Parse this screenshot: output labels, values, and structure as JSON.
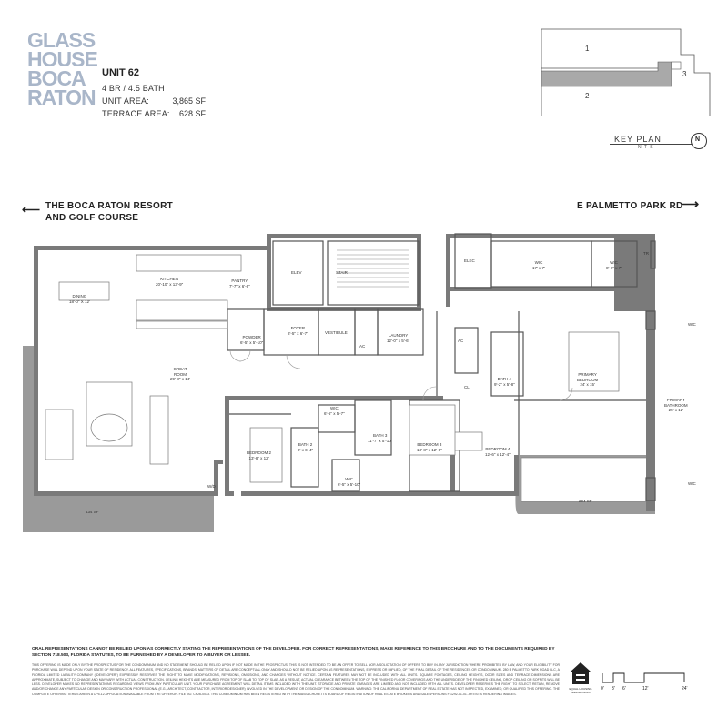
{
  "logo": {
    "lines": [
      "GLASS",
      "HOUSE",
      "BOCA",
      "RATON"
    ]
  },
  "unit": {
    "title": "UNIT 62",
    "beds_baths": "4 BR / 4.5 BATH",
    "unit_area_label": "UNIT AREA:",
    "unit_area_value": "3,865 SF",
    "terrace_area_label": "TERRACE AREA:",
    "terrace_area_value": "628 SF"
  },
  "key_plan": {
    "label": "KEY PLAN",
    "nts": "N T S",
    "compass": "N",
    "units": [
      "1",
      "2",
      "3"
    ]
  },
  "directions": {
    "left_line1": "THE BOCA RATON RESORT",
    "left_line2": "AND GOLF COURSE",
    "right": "E PALMETTO PARK RD"
  },
  "rooms": {
    "dining": {
      "name": "DINING",
      "dim": "18'-0\" X 12'"
    },
    "kitchen": {
      "name": "KITCHEN",
      "dim": "20'-10\" x 13'-9\""
    },
    "pantry": {
      "name": "PANTRY",
      "dim": "7'-7\" x 6'-6\""
    },
    "elev": {
      "name": "ELEV"
    },
    "stair": {
      "name": "STAIR"
    },
    "powder": {
      "name": "POWDER",
      "dim": "6'-5\" x 5'-10\""
    },
    "foyer": {
      "name": "FOYER",
      "dim": "8'-5\" x 6'-7\""
    },
    "vestibule": {
      "name": "VESTIBULE"
    },
    "ac1": {
      "name": "AC"
    },
    "laundry": {
      "name": "LAUNDRY",
      "dim": "12'-0\" x 5'-6\""
    },
    "great_room": {
      "name": "GREAT\nROOM",
      "dim": "29'-8\" x 14'"
    },
    "bedroom2": {
      "name": "BEDROOM 2",
      "dim": "13'-8\" x 12'"
    },
    "bath2": {
      "name": "BATH 2",
      "dim": "9' x 6'-4\""
    },
    "wic1": {
      "name": "WIC",
      "dim": "6'-5\" x 5'-7\""
    },
    "bath3": {
      "name": "BATH 3",
      "dim": "11'-7\" x 5'-10\""
    },
    "wic2": {
      "name": "WIC",
      "dim": "6'-5\" x 5'-10\""
    },
    "bedroom3": {
      "name": "BEDROOM 3",
      "dim": "13'-8\" x 12'-0\""
    },
    "bedroom4": {
      "name": "BEDROOM 4",
      "dim": "12'-6\" x 12'-4\""
    },
    "elec": {
      "name": "ELEC"
    },
    "wic3": {
      "name": "WIC",
      "dim": "17' x 7'"
    },
    "wic4": {
      "name": "WIC",
      "dim": "8'-6\" x 7'"
    },
    "tr": {
      "name": "TR"
    },
    "ac2": {
      "name": "AC"
    },
    "cl": {
      "name": "CL"
    },
    "bath4": {
      "name": "BATH 4",
      "dim": "9'-2\" x 5'-8\""
    },
    "primary_bedroom": {
      "name": "PRIMARY\nBEDROOM",
      "dim": "24' x 15'"
    },
    "primary_bathroom": {
      "name": "PRIMARY\nBATHROOM",
      "dim": "25' x 12'"
    },
    "wic5": {
      "name": "WIC"
    },
    "wic6": {
      "name": "WIC"
    },
    "wd": {
      "name": "W/D"
    },
    "terrace_left": {
      "name": "434 SF"
    },
    "terrace_right": {
      "name": "204 SF"
    }
  },
  "disclaimer": {
    "bold": "ORAL REPRESENTATIONS CANNOT BE RELIED UPON AS CORRECTLY STATING THE REPRESENTATIONS OF THE DEVELOPER. FOR CORRECT REPRESENTATIONS, MAKE REFERENCE TO THIS BROCHURE AND TO THE DOCUMENTS REQUIRED BY SECTION 718.503, FLORIDA STATUTES, TO BE FURNISHED BY A DEVELOPER TO A BUYER OR LESSEE.",
    "body": "THIS OFFERING IS MADE ONLY BY THE PROSPECTUS FOR THE CONDOMINIUM AND NO STATEMENT SHOULD BE RELIED UPON IF NOT MADE IN THE PROSPECTUS. THIS IS NOT INTENDED TO BE AN OFFER TO SELL NOR A SOLICITATION OF OFFERS TO BUY IN ANY JURISDICTION WHERE PROHIBITED BY LAW, AND YOUR ELIGIBILITY FOR PURCHASE WILL DEPEND UPON YOUR STATE OF RESIDENCY. ALL FEATURES, SPECIFICATIONS, BRANDS, MATTERS OF DETAIL ARE CONCEPTUAL ONLY AND SHOULD NOT BE RELIED UPON AS REPRESENTATIONS, EXPRESS OR IMPLIED, OF THE FINAL DETAIL OF THE RESIDENCES OR CONDOMINIUM. 280 E PALMETTO PARK ROAD LLC, A FLORIDA LIMITED LIABILITY COMPANY (\"DEVELOPER\") EXPRESSLY RESERVES THE RIGHT TO MAKE MODIFICATIONS, REVISIONS, OMISSIONS, AND CHANGES WITHOUT NOTICE. CERTAIN FEATURES MAY NOT BE INCLUDED WITH ALL UNITS. SQUARE FOOTAGES, CEILING HEIGHTS, DOOR SIZES AND TERRACE DIMENSIONS ARE APPROXIMATE, SUBJECT TO CHANGE AND MAY VARY WITH ACTUAL CONSTRUCTION. CEILING HEIGHTS ARE MEASURED FROM TOP OF SLAB TO TOP OF SLAB. AS A RESULT, ACTUAL CLEARANCE BETWEEN THE TOP OF THE FINISHED FLOOR COVERINGS AND THE UNDERSIDE OF THE FINISHED CEILING, DROP CEILING OR SOFFITS WILL BE LESS. DEVELOPER MAKES NO REPRESENTATIONS REGARDING VIEWS FROM ANY PARTICULAR UNIT. YOUR PURCHASE AGREEMENT WILL DETAIL ITEMS INCLUDED WITH THE UNIT. STORAGE AND PRIVATE GARAGES ARE LIMITED AND NOT INCLUDED WITH ALL UNITS. DEVELOPER RESERVES THE RIGHT TO SELECT, RETAIN, REMOVE AND/OR CHANGE ANY PARTICULAR DESIGN OR CONSTRUCTION PROFESSIONAL (E.G., ARCHITECT, CONTRACTOR, INTERIOR DESIGNER) INVOLVED IN THE DEVELOPMENT OR DESIGN OF THE CONDOMINIUM. WARNING: THE CALIFORNIA DEPARTMENT OF REAL ESTATE HAS NOT INSPECTED, EXAMINED, OR QUALIFIED THIS OFFERING. THE COMPLETE OFFERING TERMS ARE IN A CP5-12 APPLICATION AVAILABLE FROM THE OFFEROR. FILE NO. CP26-0033. THIS CONDOMINIUM HAS BEEN REGISTERED WITH THE MASSACHUSETTS BOARD OF REGISTRATION OF REAL ESTATE BROKERS AND SALESPERSONS F-1292-01-01. ARTIST'S RENDERING IMAGES."
  },
  "eho": {
    "text": "EQUAL HOUSING OPPORTUNITY"
  },
  "scale": {
    "ticks": [
      "0'",
      "3'",
      "6'",
      "12'",
      "24'"
    ]
  },
  "colors": {
    "logo": "#a9b6c9",
    "wall": "#7a7a7a",
    "terrace": "#9a9a9a",
    "keyplan_fill": "#a9a9a9"
  }
}
